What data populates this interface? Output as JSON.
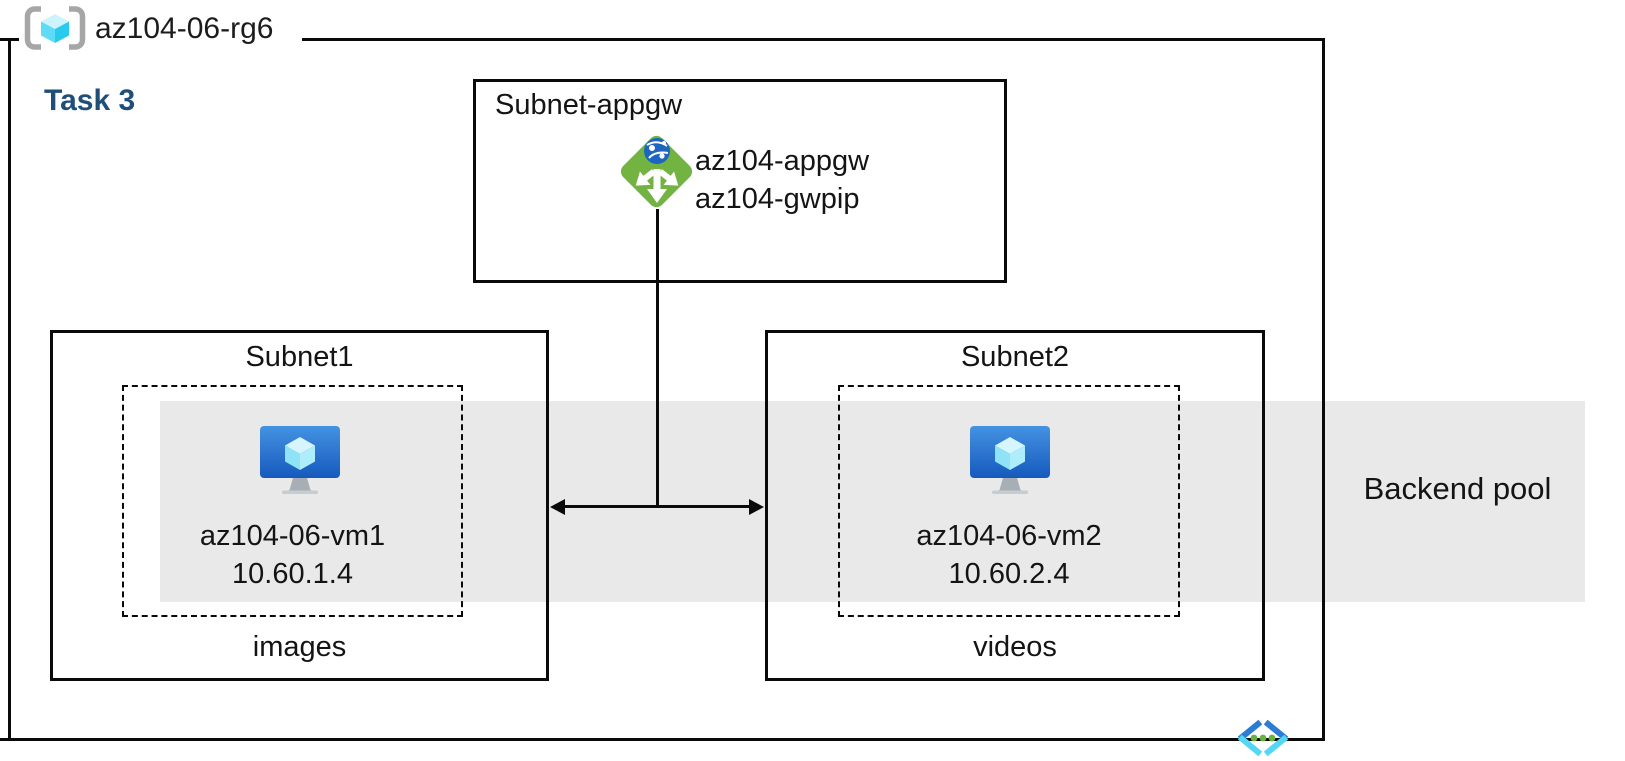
{
  "resource_group": {
    "name": "az104-06-rg6"
  },
  "task_label": "Task 3",
  "appgw_subnet": {
    "title": "Subnet-appgw",
    "gateway_name": "az104-appgw",
    "public_ip_name": "az104-gwpip"
  },
  "subnet1": {
    "title": "Subnet1",
    "vm_name": "az104-06-vm1",
    "vm_ip": "10.60.1.4",
    "caption": "images"
  },
  "subnet2": {
    "title": "Subnet2",
    "vm_name": "az104-06-vm2",
    "vm_ip": "10.60.2.4",
    "caption": "videos"
  },
  "backend_pool": {
    "label": "Backend pool"
  },
  "icons": {
    "resource_group": "resource-group-icon",
    "application_gateway": "application-gateway-icon",
    "virtual_machine": "virtual-machine-icon",
    "virtual_network": "virtual-network-icon"
  },
  "colors": {
    "task_text": "#1f4e79",
    "backend_band": "#e9e9e9",
    "appgw_green": "#72b342",
    "appgw_globe_blue": "#1c66c2",
    "vm_monitor_blue_top": "#4493e2",
    "vm_monitor_blue_bottom": "#1659bd",
    "cube_cyan": "#50e6ff",
    "vnet_chevron_blue": "#2b7cd5",
    "vnet_chevron_cyan": "#53d7f4",
    "vnet_dot_green": "#6ab23e",
    "bracket_gray": "#a6a6a6",
    "line_black": "#0a0a0a"
  }
}
